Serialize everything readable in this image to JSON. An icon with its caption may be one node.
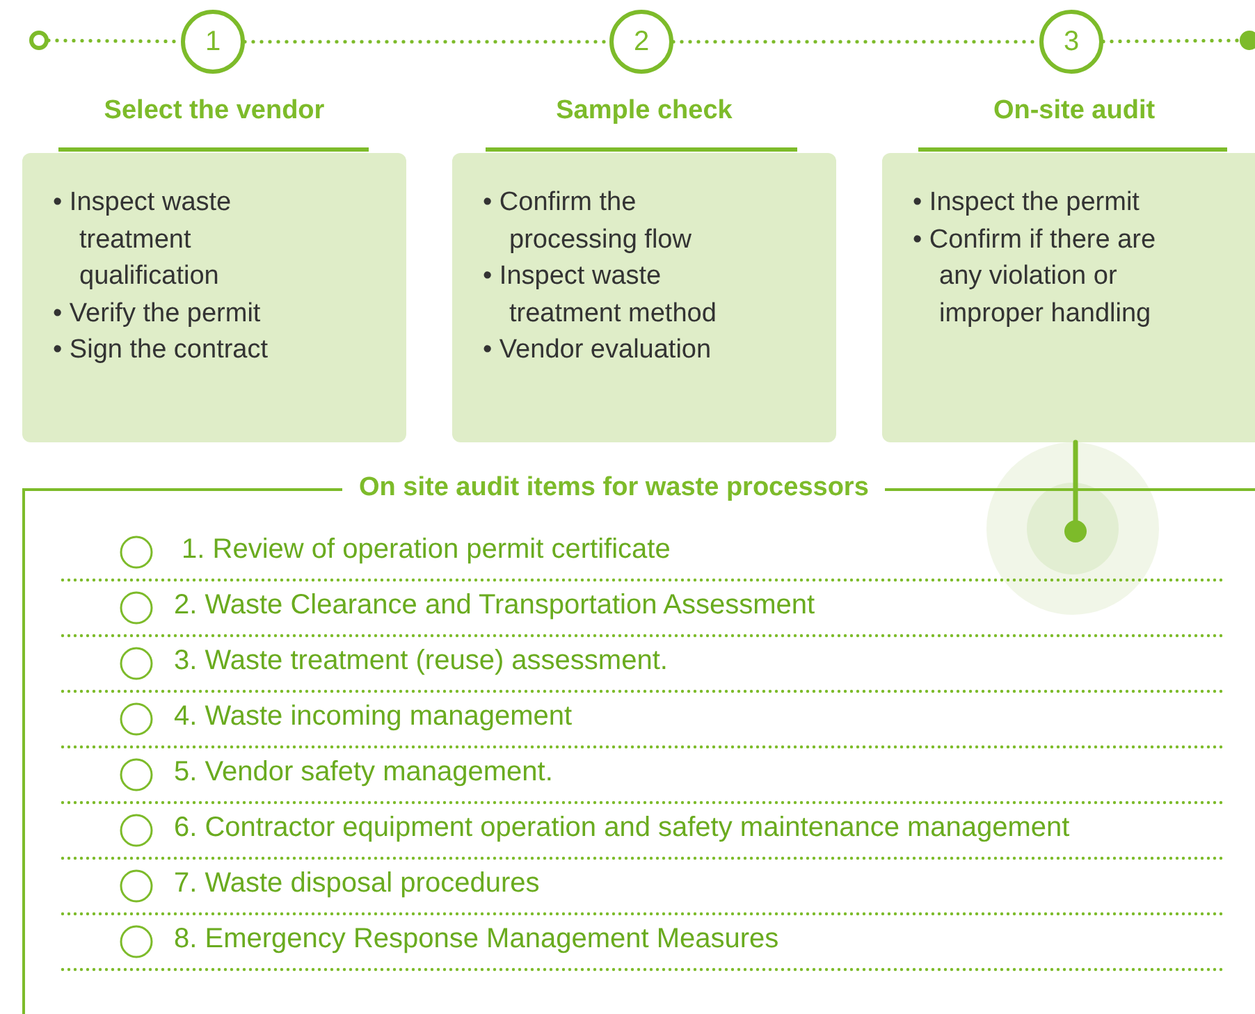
{
  "diagram": {
    "nodes": [
      {
        "text": [],
        "shape": "circle"
      },
      {
        "text": [
          "1"
        ]
      },
      {
        "text": [
          "2"
        ]
      },
      {
        "text": [
          "3"
        ]
      },
      {
        "text": [],
        "shape": "circle"
      },
      {
        "text": [
          "Select the vendor",
          "• Inspect waste treatment qualification",
          "• Verify the permit",
          "• Sign the contract"
        ]
      },
      {
        "text": [
          "Sample check",
          "• Confirm the processing flow",
          "• Inspect waste treatment method",
          "• Vendor evaluation"
        ]
      },
      {
        "text": [
          "On-site audit",
          "• Inspect the permit",
          "• Confirm if there are any violation or improper handling"
        ]
      },
      {
        "text": [
          "On site audit items for waste processors",
          " 1. Review of operation permit certificate",
          "2. Waste Clearance and Transportation Assessment",
          "3. Waste treatment (reuse) assessment.",
          "4. Waste incoming management",
          "5. Vendor safety management.",
          "6. Contractor equipment operation and safety maintenance management",
          "7. Waste disposal procedures",
          "8. Emergency Response Management Measures"
        ]
      },
      {
        "text": [],
        "shape": "circle",
        "in": 8
      }
    ],
    "edges": [
      {
        "from": 0,
        "to": 1,
        "arrow": "none",
        "style": "dashed"
      },
      {
        "from": 1,
        "to": 2,
        "arrow": "none",
        "style": "dashed"
      },
      {
        "from": 2,
        "to": 3,
        "arrow": "none",
        "style": "dashed"
      },
      {
        "from": 3,
        "to": 4,
        "arrow": "none",
        "style": "dashed"
      },
      {
        "from": 7,
        "to": 9,
        "arrow": "none"
      }
    ]
  }
}
